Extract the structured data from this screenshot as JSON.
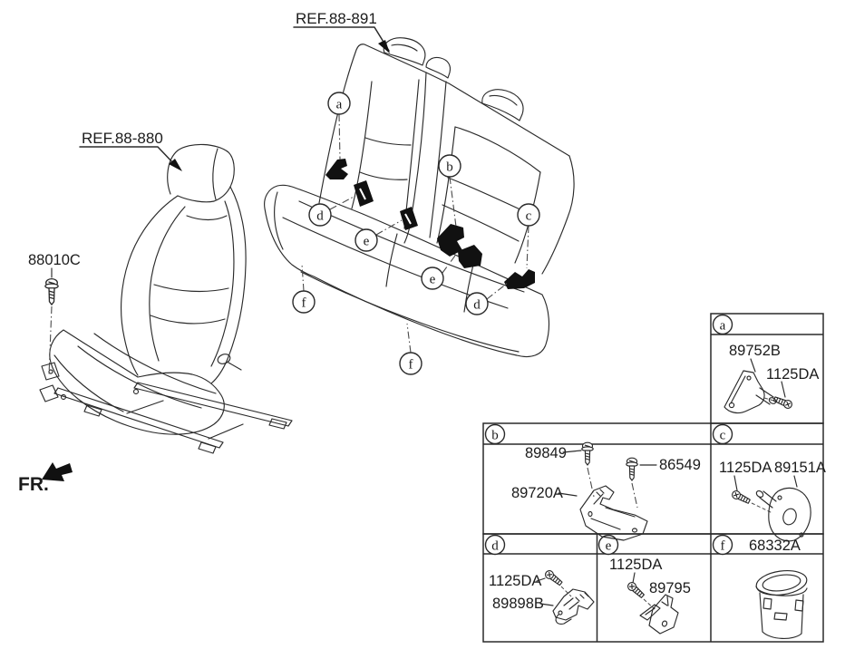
{
  "labels": {
    "rear_ref": "REF.88-891",
    "front_ref": "REF.88-880",
    "front_bolt": "88010C",
    "fr": "FR."
  },
  "table": {
    "a": {
      "letter": "a",
      "parts": [
        "89752B",
        "1125DA"
      ]
    },
    "b": {
      "letter": "b",
      "parts": [
        "89849",
        "86549",
        "89720A"
      ]
    },
    "c": {
      "letter": "c",
      "parts": [
        "1125DA",
        "89151A"
      ]
    },
    "d": {
      "letter": "d",
      "parts": [
        "1125DA",
        "89898B"
      ]
    },
    "e": {
      "letter": "e",
      "parts": [
        "1125DA",
        "89795"
      ]
    },
    "f": {
      "letter": "f",
      "parts": [
        "68332A"
      ]
    }
  },
  "colors": {
    "line": "#2b2b2b",
    "anchor_black": "#111111",
    "background": "#ffffff"
  }
}
